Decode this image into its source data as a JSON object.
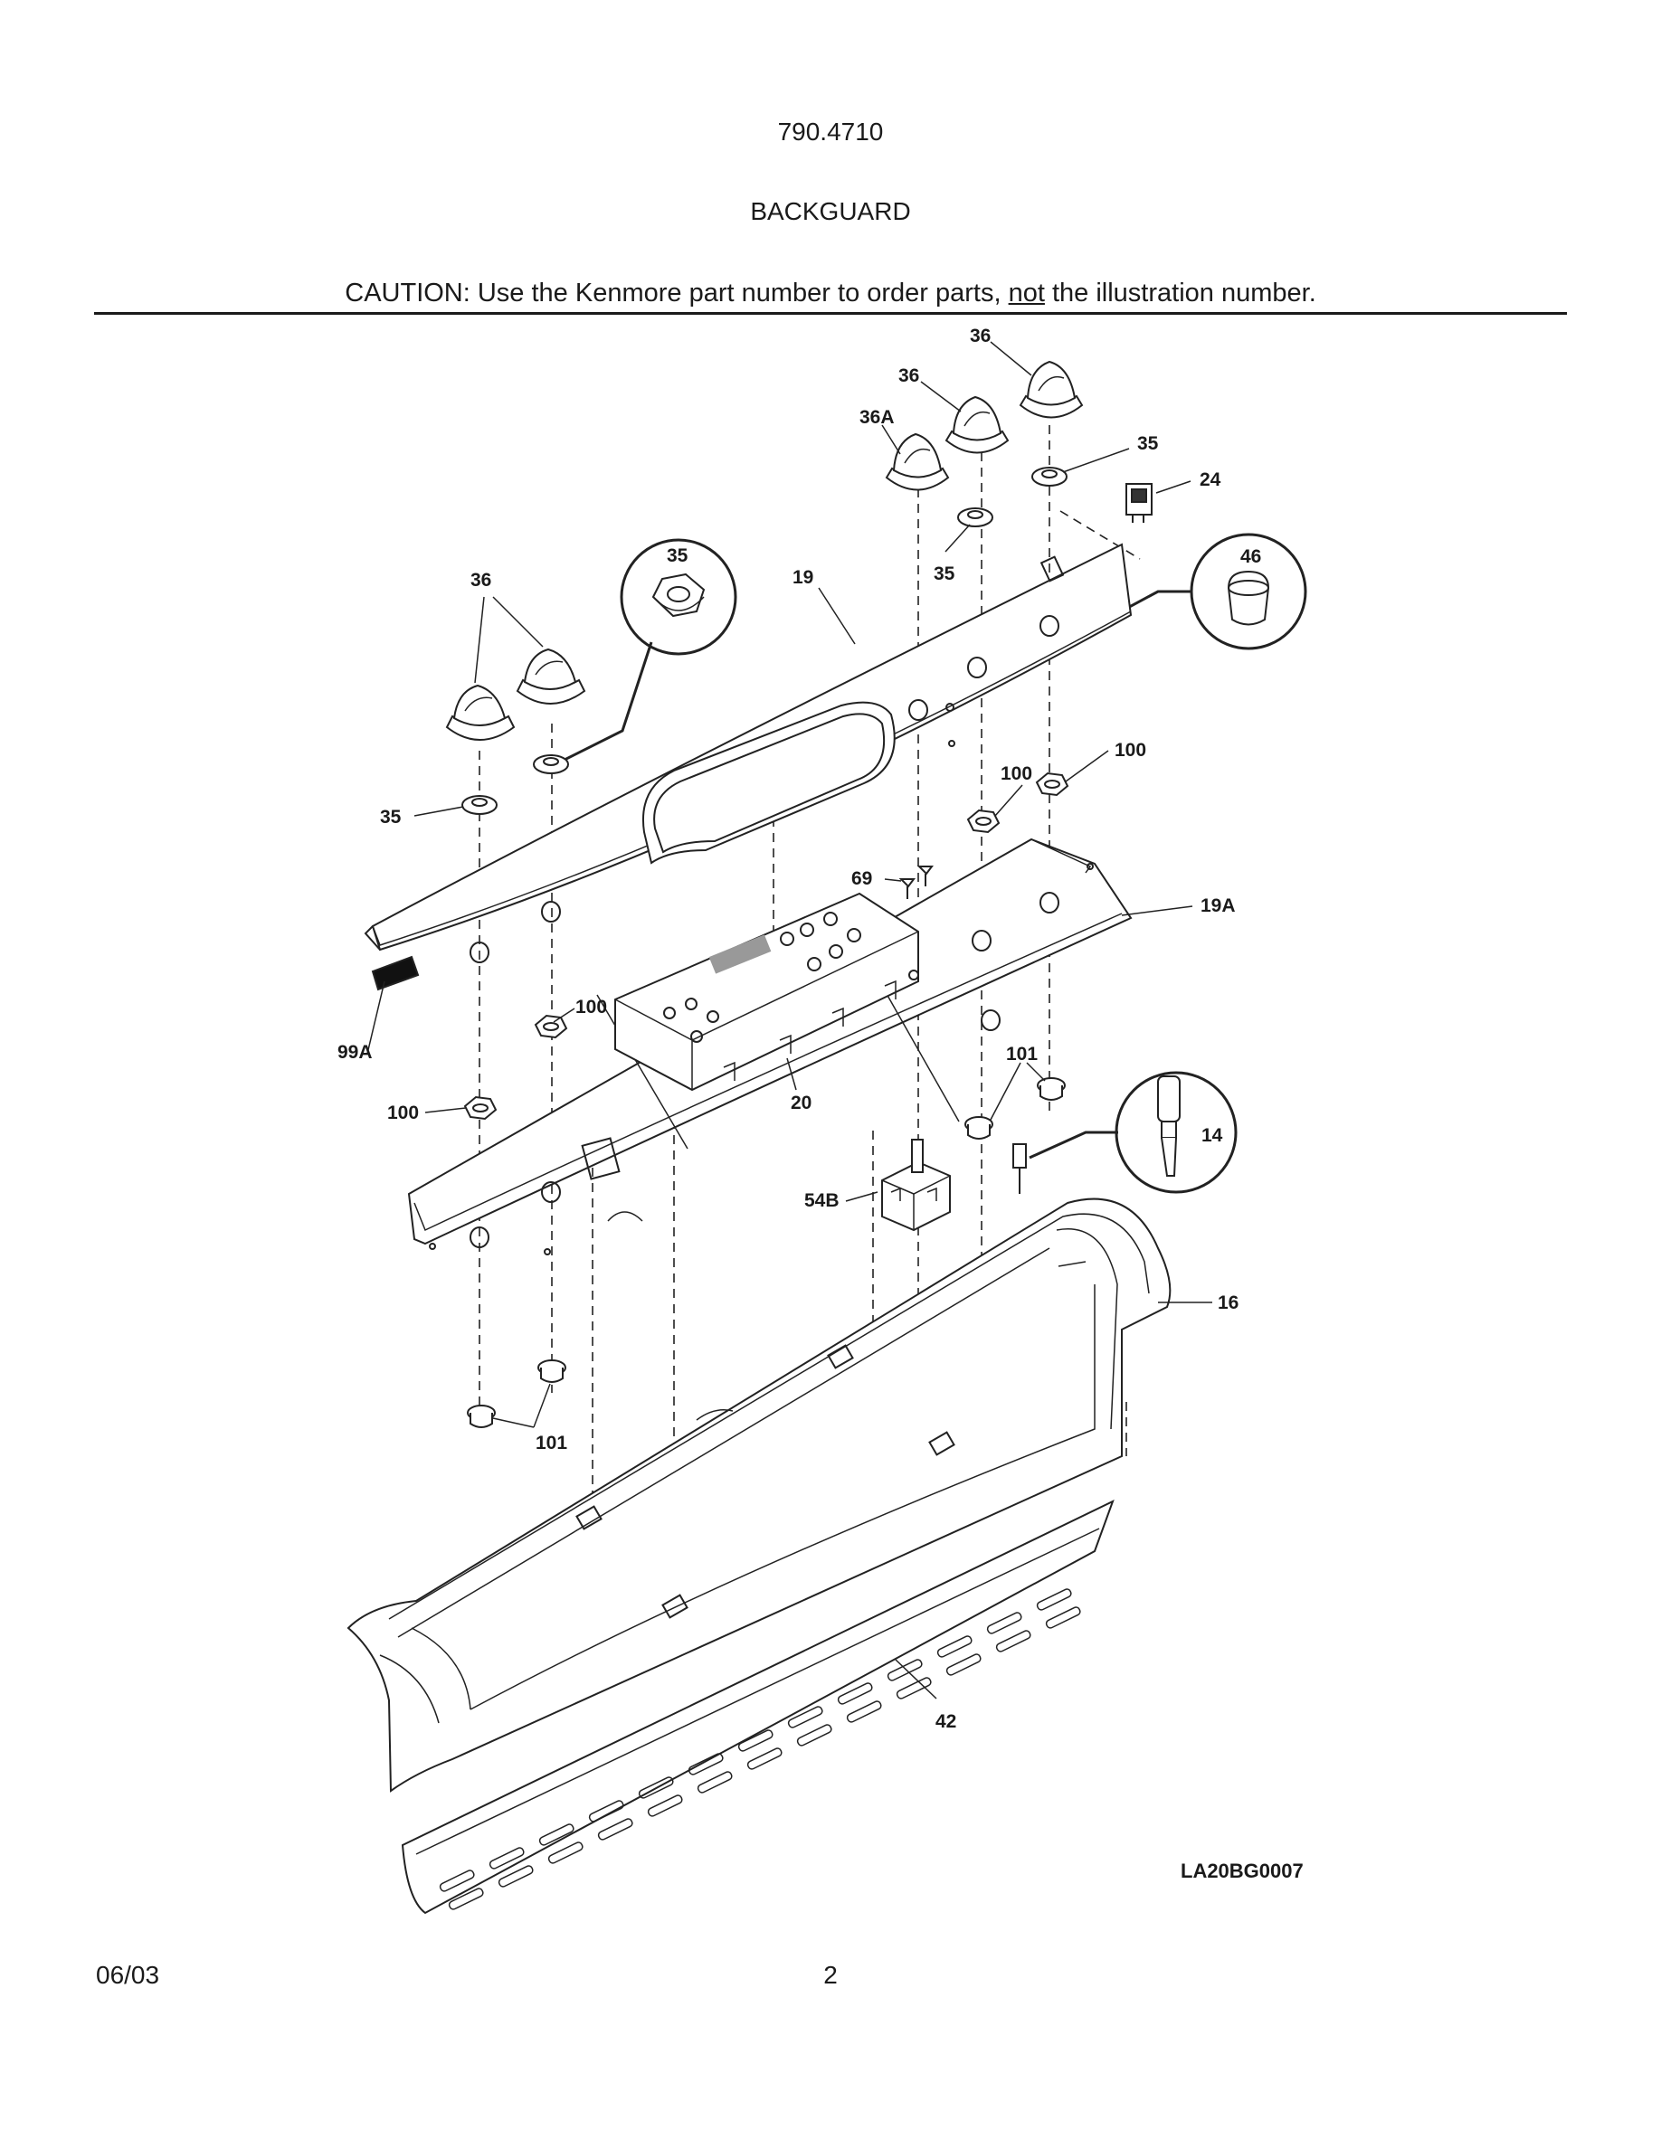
{
  "header": {
    "model": "790.4710",
    "section": "BACKGUARD",
    "caution_before": "CAUTION: Use the Kenmore part number to order parts, ",
    "caution_emph": "not",
    "caution_after": " the illustration number."
  },
  "callouts": {
    "c36_top": "36",
    "c36_mid": "36",
    "c36a": "36A",
    "c35_right": "35",
    "c24": "24",
    "c35_inset": "35",
    "c19": "19",
    "c35_center": "35",
    "c46": "46",
    "c36_left": "36",
    "c100_right": "100",
    "c100_mid": "100",
    "c35_left": "35",
    "c69": "69",
    "c19a": "19A",
    "c100_left_a": "100",
    "c99a": "99A",
    "c101_right": "101",
    "c100_left_b": "100",
    "c20": "20",
    "c14": "14",
    "c54b": "54B",
    "c16": "16",
    "c101_left": "101",
    "c42": "42"
  },
  "drawing_code": "LA20BG0007",
  "footer": {
    "date": "06/03",
    "page": "2"
  }
}
